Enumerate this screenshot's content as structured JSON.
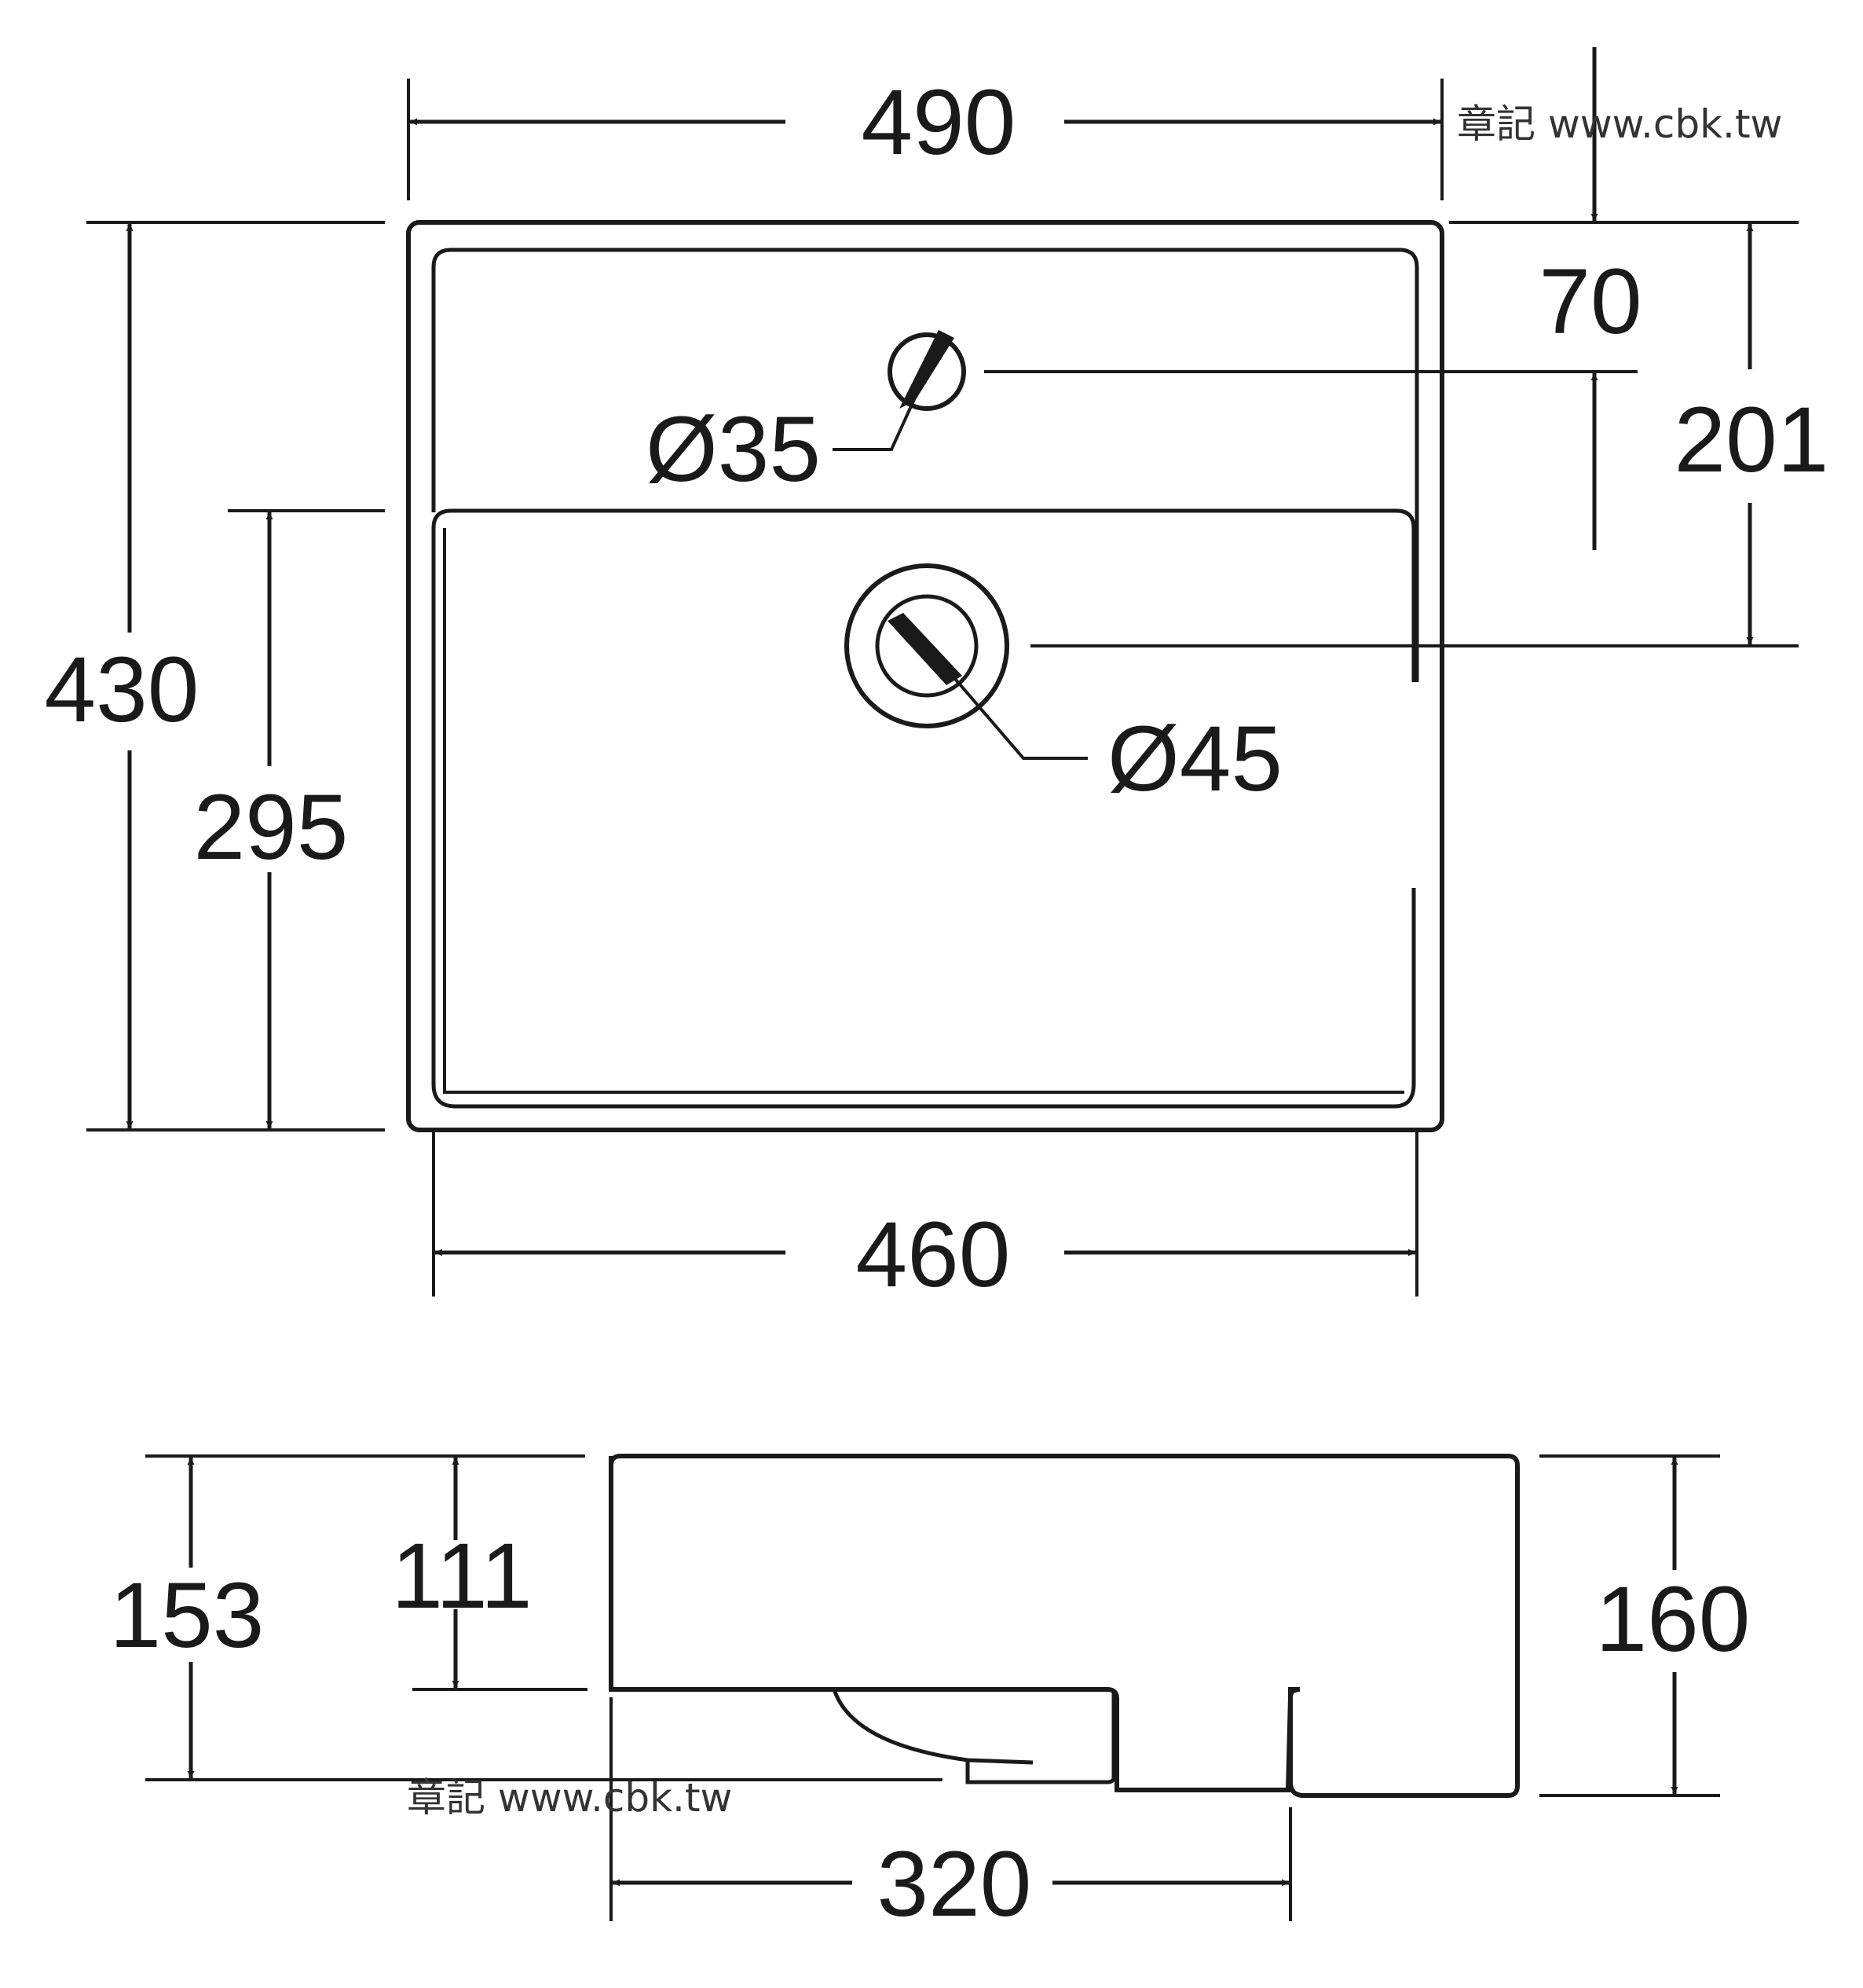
{
  "top_view": {
    "width_outer": "490",
    "depth_outer": "430",
    "bowl_depth": "295",
    "faucet_offset": "70",
    "drain_offset": "201",
    "faucet_hole": "Ø35",
    "drain_hole": "Ø45",
    "width_bottom": "460"
  },
  "side_view": {
    "overall_height": "153",
    "rim_height": "111",
    "back_height": "160",
    "base_depth": "320"
  },
  "watermark": "章記 www.cbk.tw"
}
